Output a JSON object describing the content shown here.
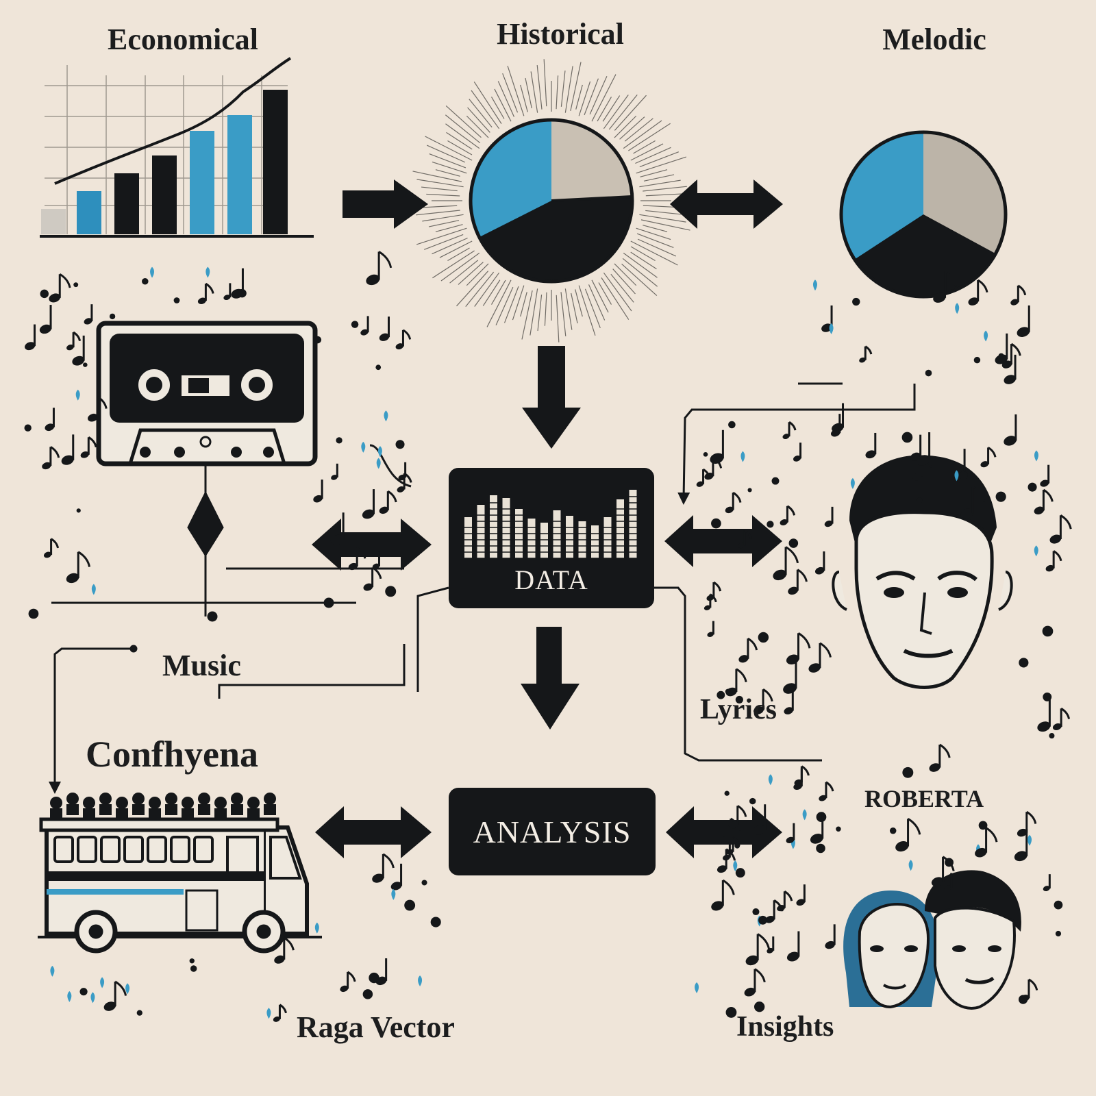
{
  "labels": {
    "economical": "Economical",
    "historical": "Historical",
    "melodic": "Melodic",
    "music": "Music",
    "confhyena": "Confhyena",
    "lyrics": "Lyrics",
    "roberta": "ROBERTA",
    "raga_vector": "Raga Vector",
    "insights": "Insights"
  },
  "nodes": {
    "data": "DATA",
    "analysis": "ANALYSIS"
  },
  "colors": {
    "background": "#efe5d9",
    "ink": "#151719",
    "accent_blue": "#3f9dc4",
    "pie_gray": "#c9c0b3"
  },
  "icons": [
    "bar-chart-icon",
    "pie-chart-icon",
    "cassette-icon",
    "bus-icon",
    "face-portrait-icon",
    "couple-portrait-icon",
    "music-note-icon",
    "equalizer-icon"
  ]
}
